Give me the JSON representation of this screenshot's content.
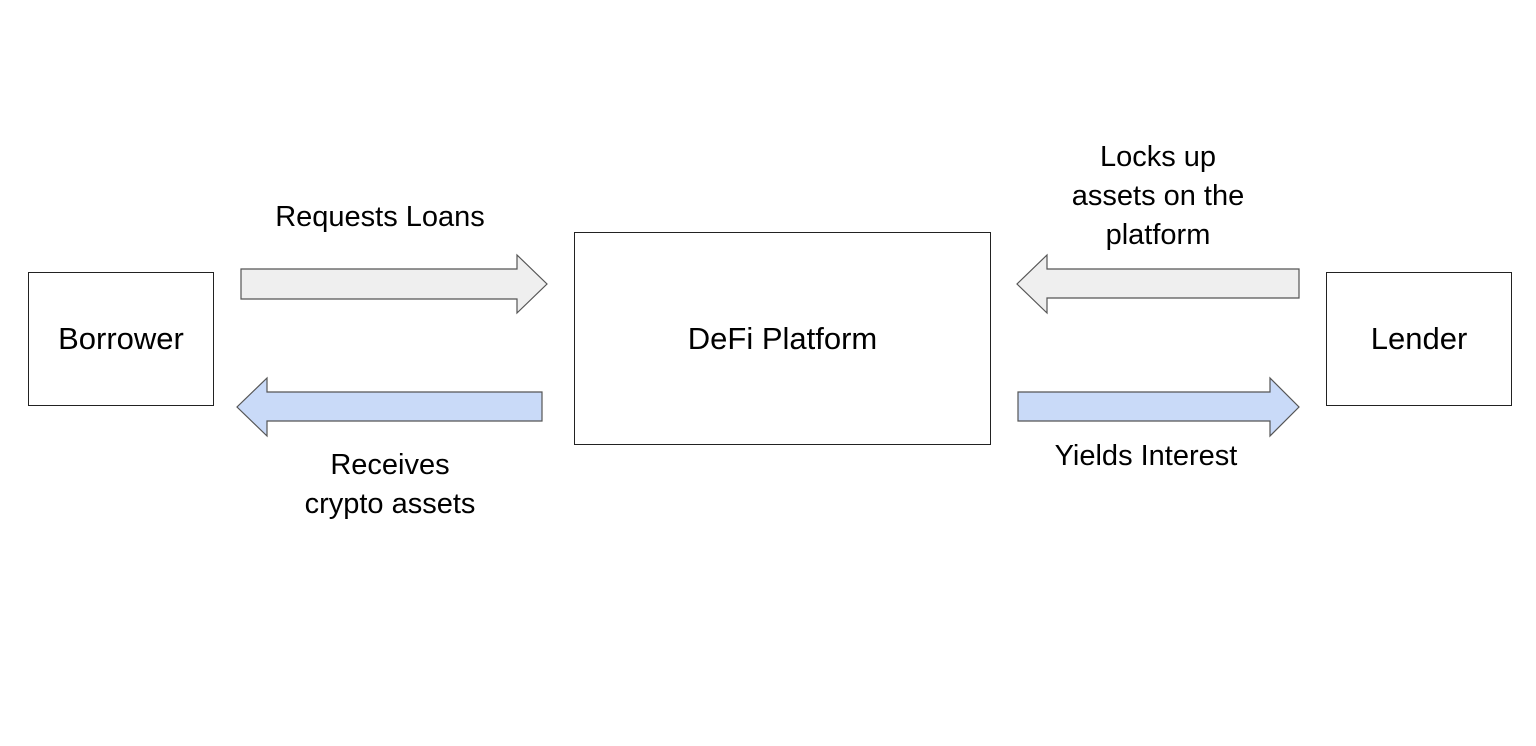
{
  "nodes": {
    "borrower": "Borrower",
    "platform": "DeFi Platform",
    "lender": "Lender"
  },
  "edges": {
    "requests_loans": "Requests Loans",
    "receives_assets": "Receives\ncrypto assets",
    "locks_assets": "Locks up\nassets on the\nplatform",
    "yields_interest": "Yields Interest"
  },
  "colors": {
    "gray_arrow_fill": "#efefef",
    "blue_arrow_fill": "#c9daf8",
    "stroke": "#555555"
  }
}
